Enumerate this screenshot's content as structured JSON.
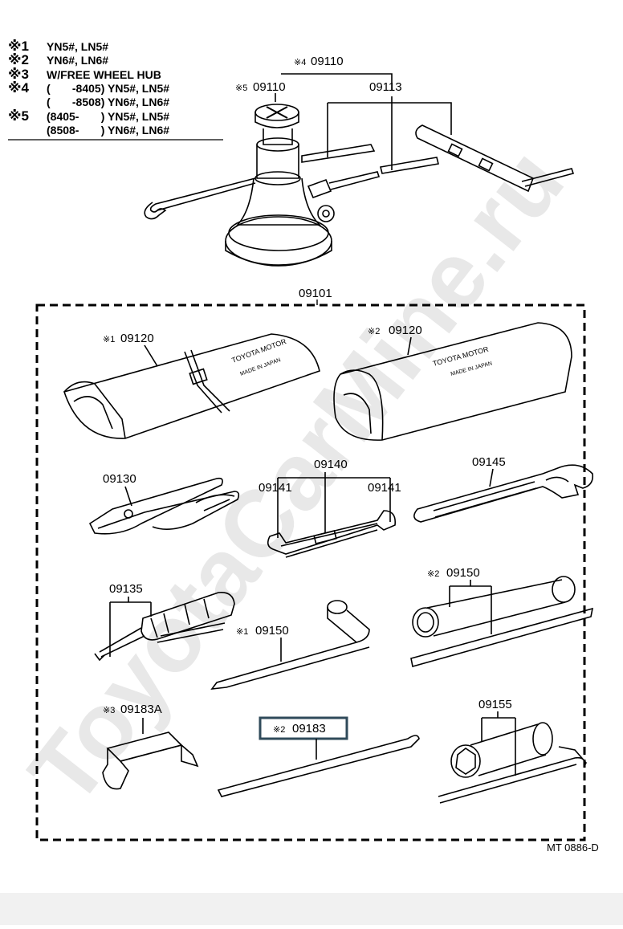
{
  "legend": {
    "items": [
      {
        "mark": "※1",
        "text": "YN5#, LN5#"
      },
      {
        "mark": "※2",
        "text": "YN6#, LN6#"
      },
      {
        "mark": "※3",
        "text": "W/FREE WHEEL HUB"
      },
      {
        "mark": "※4",
        "text": "(       -8405) YN5#, LN5#"
      },
      {
        "mark": "",
        "text": "(       -8508) YN6#, LN6#"
      },
      {
        "mark": "※5",
        "text": "(8405-       ) YN5#, LN5#"
      },
      {
        "mark": "",
        "text": "(8508-       ) YN6#, LN6#"
      }
    ]
  },
  "parts": {
    "jack_set": "09110",
    "jack_set_mark": "※4",
    "jack": "09110",
    "jack_mark": "※5",
    "jack_handle": "09113",
    "tool_set": "09101",
    "tool_bag_1": "09120",
    "tool_bag_1_mark": "※1",
    "tool_bag_2": "09120",
    "tool_bag_2_mark": "※2",
    "bag_print_1": "TOYOTA MOTOR",
    "bag_print_2": "MADE IN JAPAN",
    "pliers": "09130",
    "spanner_set": "09140",
    "spanner_left": "09141",
    "spanner_right": "09141",
    "adjustable_wrench": "09145",
    "screwdriver": "09135",
    "lug_wrench_1": "09150",
    "lug_wrench_1_mark": "※1",
    "lug_wrench_2": "09150",
    "lug_wrench_2_mark": "※2",
    "hub_tool": "09183A",
    "hub_tool_mark": "※3",
    "tire_lever": "09183",
    "tire_lever_mark": "※2",
    "plug_wrench": "09155"
  },
  "watermark": "ToyotaCarMine.ru",
  "figure_code": "MT 0886-D",
  "colors": {
    "line": "#000000",
    "highlight_border": "#2f4a5a",
    "watermark": "#e6e6e6"
  }
}
